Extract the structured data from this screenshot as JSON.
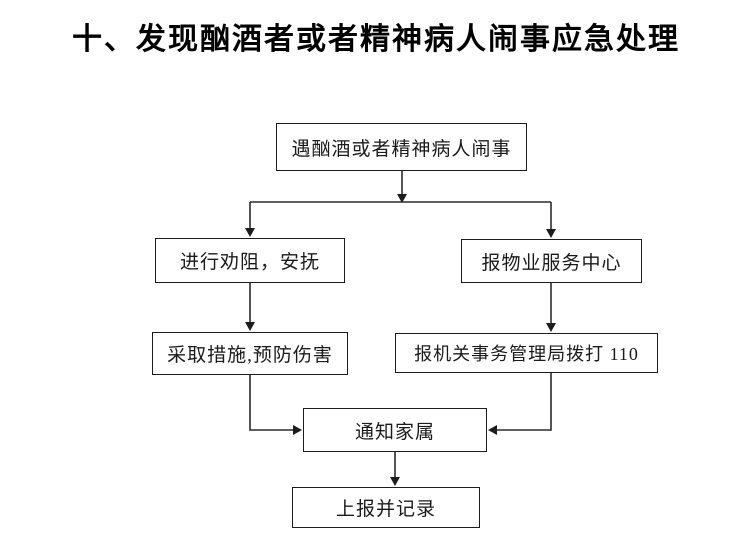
{
  "title": "十、发现酗酒者或者精神病人闹事应急处理",
  "flowchart": {
    "nodes": [
      {
        "id": "start",
        "label": "遇酗酒或者精神病人闹事"
      },
      {
        "id": "dissuade",
        "label": "进行劝阻，安抚"
      },
      {
        "id": "report-property",
        "label": "报物业服务中心"
      },
      {
        "id": "take-measures",
        "label": "采取措施,预防伤害"
      },
      {
        "id": "report-admin-110",
        "label": "报机关事务管理局拨打 110"
      },
      {
        "id": "notify-family",
        "label": "通知家属"
      },
      {
        "id": "report-record",
        "label": "上报并记录"
      }
    ],
    "edges": [
      {
        "from": "start",
        "to": "dissuade"
      },
      {
        "from": "start",
        "to": "report-property"
      },
      {
        "from": "dissuade",
        "to": "take-measures"
      },
      {
        "from": "report-property",
        "to": "report-admin-110"
      },
      {
        "from": "take-measures",
        "to": "notify-family"
      },
      {
        "from": "report-admin-110",
        "to": "notify-family"
      },
      {
        "from": "notify-family",
        "to": "report-record"
      }
    ]
  },
  "colors": {
    "background": "#ffffff",
    "connector_line": "#2b2b2b",
    "box_border": "#1c1c1c",
    "box_text": "#1a1a1a",
    "title_text": "#000000"
  }
}
